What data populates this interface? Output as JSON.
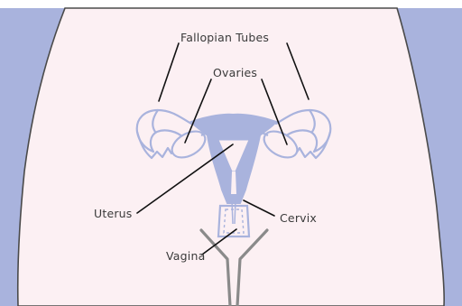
{
  "labels": {
    "fallopian_tubes": "Fallopian Tubes",
    "ovaries": "Ovaries",
    "uterus": "Uterus",
    "cervix": "Cervix",
    "vagina": "Vagina"
  },
  "colors": {
    "background_side": "#a9b3dd",
    "body_fill": "#fcf0f3",
    "organ_fill": "#a9b3dd",
    "organ_outline": "#a9b3dd",
    "ovary_fill": "#ffffff",
    "leader_line": "#111111",
    "canal_line": "#8a8a8a",
    "label_text": "#3a3a3a"
  }
}
